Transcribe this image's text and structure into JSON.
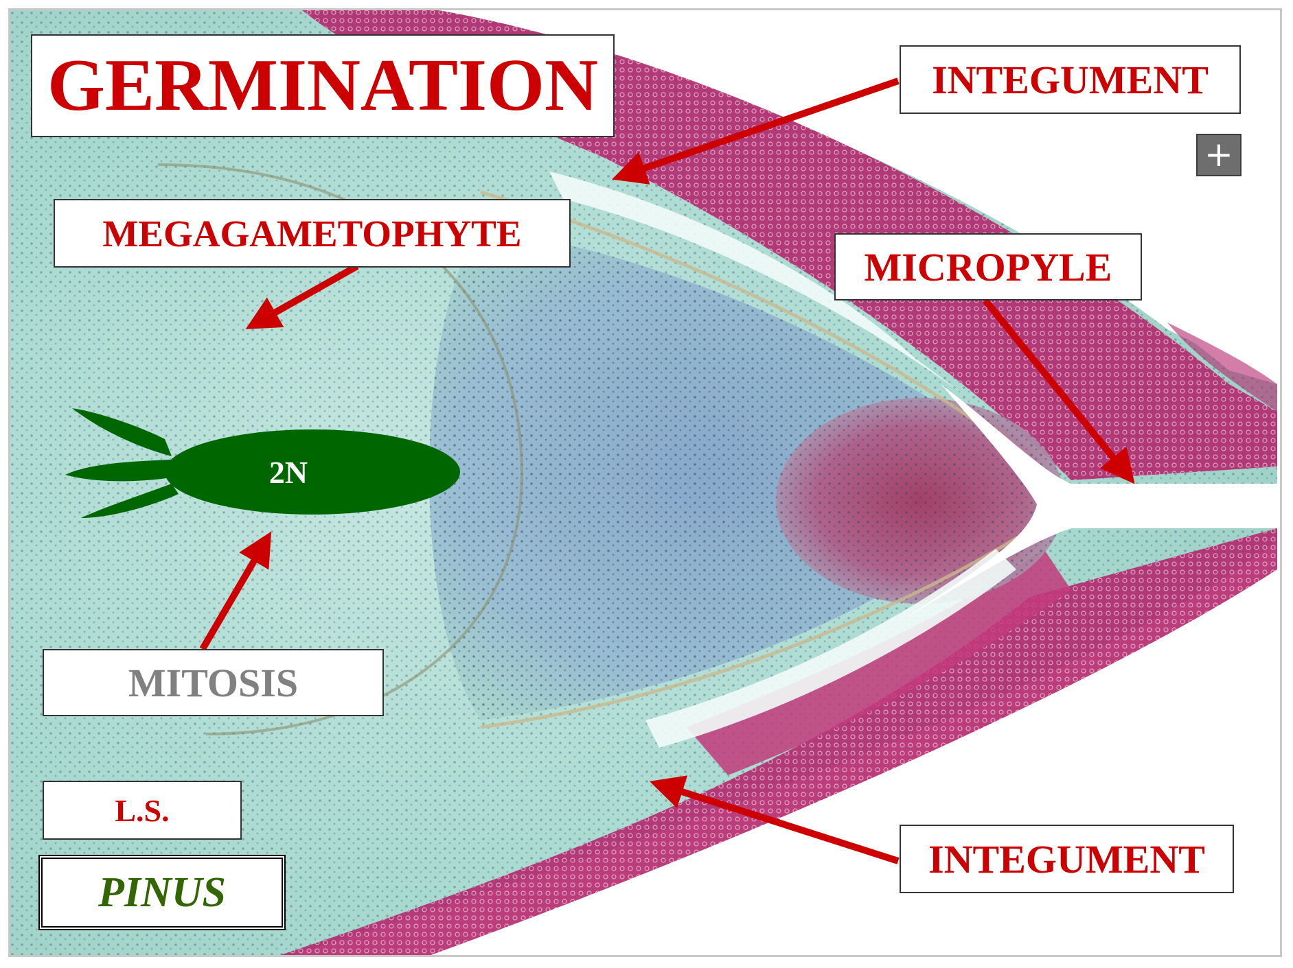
{
  "title": "GERMINATION",
  "labels": {
    "integument_top": "INTEGUMENT",
    "megagametophyte": "MEGAGAMETOPHYTE",
    "micropyle": "MICROPYLE",
    "mitosis": "MITOSIS",
    "ls": "L.S.",
    "integument_bottom": "INTEGUMENT",
    "pinus": "PINUS"
  },
  "embryo": {
    "ploidy": "2N"
  },
  "controls": {
    "expand_label": "+"
  },
  "colors": {
    "label_red": "#cc0000",
    "label_gray": "#808080",
    "label_green": "#336600",
    "arrow_red": "#cc0000",
    "embryo_green": "#006600",
    "tissue_teal": "#a9dcd2",
    "integument_magenta": "#b0206a"
  }
}
